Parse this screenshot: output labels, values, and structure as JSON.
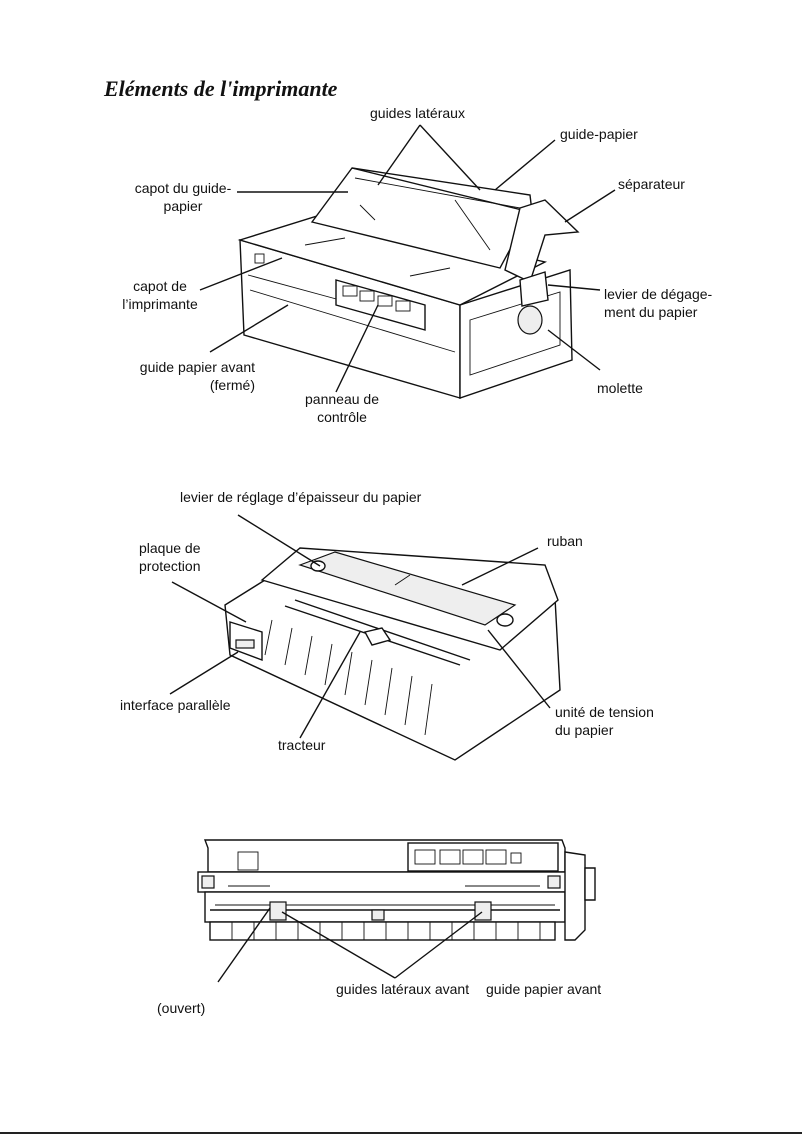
{
  "title": "Eléments de l'imprimante",
  "figure1": {
    "guides_lateraux": "guides latéraux",
    "guide_papier": "guide-papier",
    "capot_guide_papier": "capot du guide-\npapier",
    "separateur": "séparateur",
    "capot_imprimante": "capot de\nl’imprimante",
    "levier_degagement": "levier de dégage-\nment du papier",
    "guide_papier_avant_ferme": "guide papier avant\n(fermé)",
    "molette": "molette",
    "panneau_controle": "panneau de\ncontrôle"
  },
  "figure2": {
    "levier_epaisseur": "levier de réglage d’épaisseur du papier",
    "plaque_protection": "plaque de\nprotection",
    "ruban": "ruban",
    "interface_parallele": "interface parallèle",
    "unite_tension": "unité de tension\ndu papier",
    "tracteur": "tracteur"
  },
  "figure3": {
    "guides_lateraux_avant": "guides latéraux avant",
    "guide_papier_avant": "guide papier avant",
    "ouvert": "(ouvert)"
  }
}
